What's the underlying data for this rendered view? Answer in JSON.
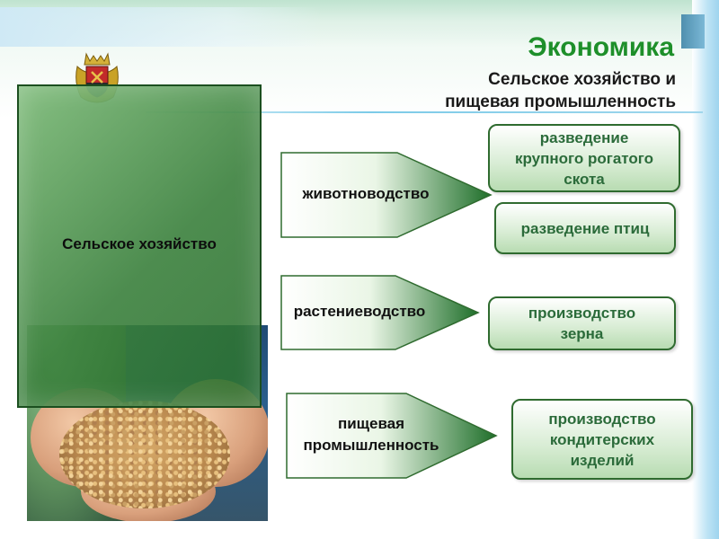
{
  "header": {
    "title": "Экономика",
    "subtitle_line1": "Сельское хозяйство и",
    "subtitle_line2": "пищевая промышленность"
  },
  "colors": {
    "title": "#1e8f2a",
    "main_box": "#3a803c",
    "arrow_dark": "#1f6f2a",
    "result_text": "#2b6b3a"
  },
  "main_box": {
    "label": "Сельское хозяйство"
  },
  "arrows": [
    {
      "label_lines": [
        "животноводство"
      ]
    },
    {
      "label_lines": [
        "растениеводство"
      ]
    },
    {
      "label_lines": [
        "пищевая",
        "промышленность"
      ]
    }
  ],
  "results": [
    {
      "lines": [
        "разведение",
        "крупного рогатого",
        "скота"
      ]
    },
    {
      "lines": [
        "разведение птиц"
      ]
    },
    {
      "lines": [
        "производство",
        "зерна"
      ]
    },
    {
      "lines": [
        "производство",
        "кондитерских",
        "изделий"
      ]
    }
  ],
  "images": {
    "emblem": "coat-of-arms",
    "photo": "hands-holding-grain"
  }
}
